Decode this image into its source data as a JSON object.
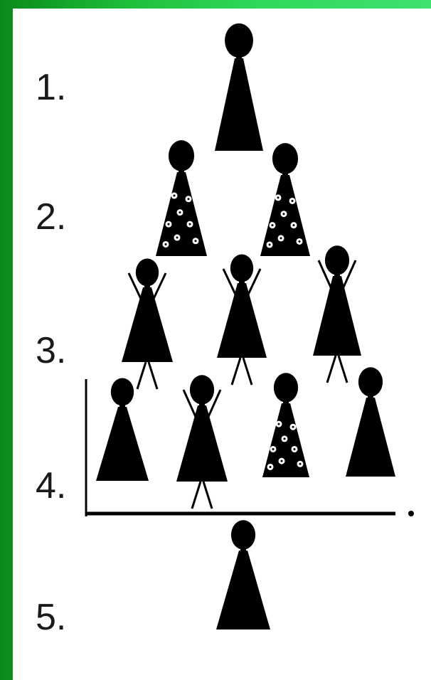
{
  "background": {
    "frame_color": "#ffffff",
    "border_color": "#2fd85a"
  },
  "rows": [
    {
      "number": "1.",
      "figures": [
        {
          "pattern": "solid",
          "arms": false,
          "legs": false
        }
      ]
    },
    {
      "number": "2.",
      "figures": [
        {
          "pattern": "dotted",
          "arms": false,
          "legs": false
        },
        {
          "pattern": "dotted",
          "arms": false,
          "legs": false
        }
      ]
    },
    {
      "number": "3.",
      "figures": [
        {
          "pattern": "solid",
          "arms": true,
          "legs": true
        },
        {
          "pattern": "solid",
          "arms": true,
          "legs": true
        },
        {
          "pattern": "solid",
          "arms": true,
          "legs": true
        }
      ]
    },
    {
      "number": "4.",
      "figures": [
        {
          "pattern": "solid",
          "arms": false,
          "legs": false
        },
        {
          "pattern": "solid",
          "arms": true,
          "legs": true
        },
        {
          "pattern": "dotted",
          "arms": false,
          "legs": false
        },
        {
          "pattern": "solid",
          "arms": false,
          "legs": false
        }
      ]
    },
    {
      "number": "5.",
      "figures": [
        {
          "pattern": "solid",
          "arms": false,
          "legs": false
        }
      ]
    }
  ],
  "figure_color": "#000000"
}
